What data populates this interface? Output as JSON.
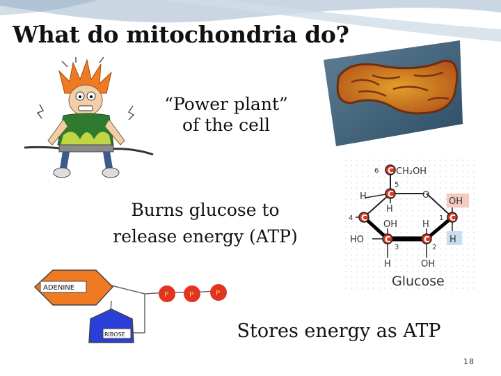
{
  "slide": {
    "title": "What do mitochondria do?",
    "text_power_line1": "“Power plant”",
    "text_power_line2": "of the cell",
    "text_burns_line1": "Burns glucose to",
    "text_burns_line2": "release energy (ATP)",
    "text_stores": "Stores energy as ATP",
    "page_number": "18"
  },
  "atp_diagram": {
    "adenine_label": "ADENINE",
    "ribose_label": "RIBOSE",
    "phosphate_label": "P"
  },
  "glucose_diagram": {
    "caption": "Glucose",
    "group_ch2oh": "CH₂OH",
    "h": "H",
    "o": "O",
    "oh": "OH",
    "ho": "HO",
    "c": "C",
    "num_1": "1",
    "num_2": "2",
    "num_3": "3",
    "num_4": "4",
    "num_5": "5",
    "num_6": "6"
  },
  "colors": {
    "title": "#111111",
    "adenine_fill": "#f07a22",
    "ribose_fill": "#2a3fd8",
    "phosphate_fill": "#e23420",
    "swoosh": "#9fb7cc",
    "oh_highlight": "#f6c9c0",
    "h_highlight": "#c9ddf0"
  }
}
